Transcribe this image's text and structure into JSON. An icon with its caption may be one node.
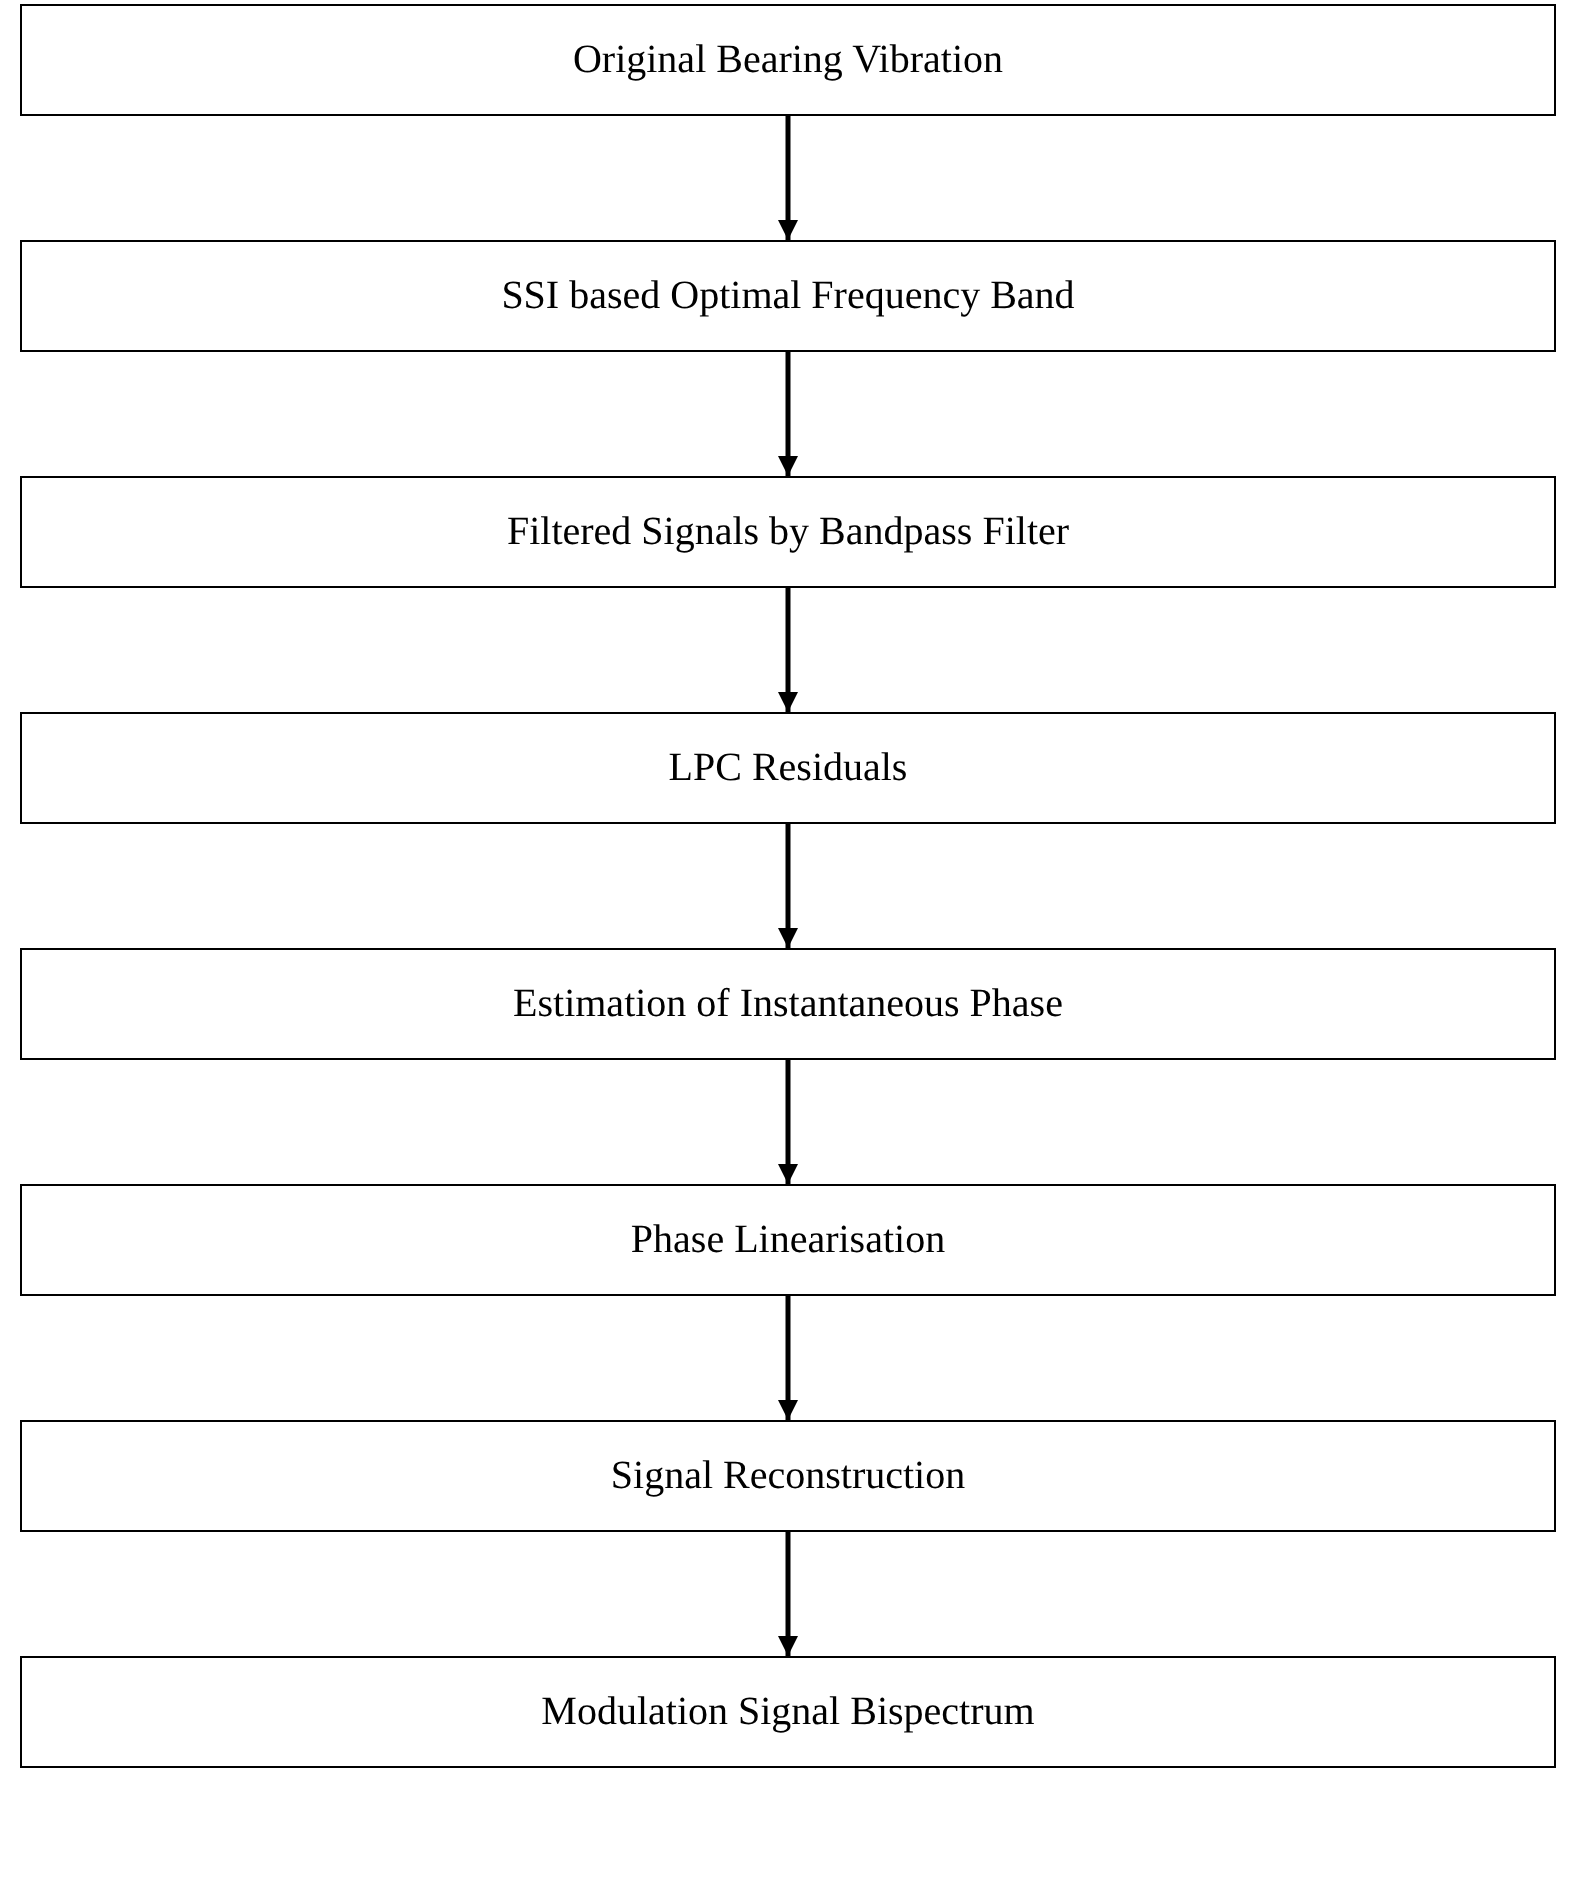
{
  "diagram": {
    "nodes": [
      {
        "text": [
          "Original Bearing Vibration"
        ]
      },
      {
        "text": [
          "SSI based Optimal Frequency Band"
        ]
      },
      {
        "text": [
          "Filtered Signals by Bandpass Filter"
        ]
      },
      {
        "text": [
          "LPC Residuals"
        ]
      },
      {
        "text": [
          "Estimation of Instantaneous Phase"
        ]
      },
      {
        "text": [
          "Phase Linearisation"
        ]
      },
      {
        "text": [
          "Signal Reconstruction"
        ]
      },
      {
        "text": [
          "Modulation Signal Bispectrum"
        ]
      }
    ],
    "edges": [
      {
        "from": 0,
        "to": 1,
        "arrow": "to"
      },
      {
        "from": 1,
        "to": 2,
        "arrow": "to"
      },
      {
        "from": 2,
        "to": 3,
        "arrow": "to"
      },
      {
        "from": 3,
        "to": 4,
        "arrow": "to"
      },
      {
        "from": 4,
        "to": 5,
        "arrow": "to"
      },
      {
        "from": 5,
        "to": 6,
        "arrow": "to"
      },
      {
        "from": 6,
        "to": 7,
        "arrow": "to"
      }
    ]
  }
}
